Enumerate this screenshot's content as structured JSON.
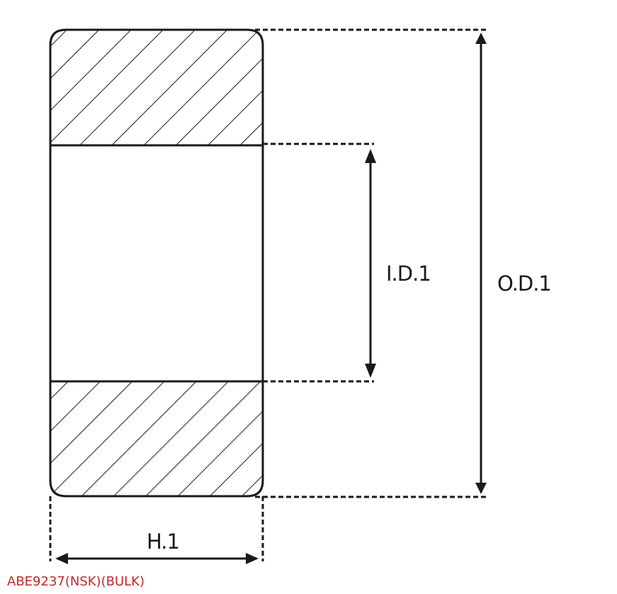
{
  "diagram": {
    "type": "bearing-cross-section",
    "colors": {
      "stroke": "#1a1a1a",
      "background": "#ffffff",
      "part_code": "#c0282d"
    },
    "dimensions": {
      "inner_diameter": {
        "label": "I.D.1"
      },
      "outer_diameter": {
        "label": "O.D.1"
      },
      "height": {
        "label": "H.1"
      }
    },
    "part_code": "ABE9237(NSK)(BULK)"
  }
}
